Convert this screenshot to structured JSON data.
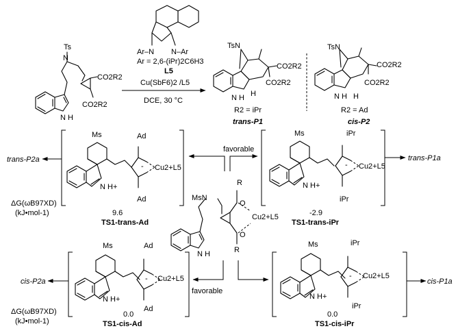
{
  "reaction": {
    "catalyst_ligand_lines": [
      "Ar–N",
      "N–Ar"
    ],
    "ar_definition": "Ar = 2,6-(iPr)2C6H3",
    "ligand_label": "L5",
    "catalyst": "Cu(SbF6)2 /L5",
    "conditions": "DCE, 30 °C"
  },
  "substrate": {
    "ts_label": "Ts",
    "ester1": "CO2R2",
    "ester2": "CO2R2",
    "nh": "N H"
  },
  "products": {
    "trans": {
      "ts_label": "TsN",
      "ester1": "CO2R2",
      "ester2": "CO2R2",
      "nh": "N H",
      "h": "H",
      "r_note": "R2 = iPr",
      "name": "trans-P1"
    },
    "cis": {
      "ts_label": "TsN",
      "ester1": "CO2R2",
      "ester2": "CO2R2",
      "nh": "N H",
      "h": "H",
      "r_note": "R2 = Ad",
      "name": "cis-P2"
    }
  },
  "center": {
    "ms_label": "MsN",
    "r_top": "R",
    "r_bottom": "R",
    "cu": "Cu2+L5",
    "nh": "N H",
    "o1": "O",
    "o2": "O"
  },
  "ts": [
    {
      "id": "ts1-trans-ad",
      "name": "TS1-trans-Ad",
      "energy": "9.6",
      "ms": "Ms",
      "group": "Ad",
      "cu": "Cu2+L5",
      "nh": "N H+",
      "minus": "-"
    },
    {
      "id": "ts1-trans-ipr",
      "name": "TS1-trans-iPr",
      "energy": "-2.9",
      "ms": "Ms",
      "group": "iPr",
      "cu": "Cu2+L5",
      "nh": "N H+",
      "minus": "-"
    },
    {
      "id": "ts1-cis-ad",
      "name": "TS1-cis-Ad",
      "energy": "0.0",
      "ms": "Ms",
      "group": "Ad",
      "cu": "Cu2+L5",
      "nh": "N H+",
      "minus": "-"
    },
    {
      "id": "ts1-cis-ipr",
      "name": "TS1-cis-iPr",
      "energy": "0.0",
      "ms": "Ms",
      "group": "iPr",
      "cu": "Cu2+L5",
      "nh": "N H+",
      "minus": "-"
    }
  ],
  "arrows": {
    "to_trans_p2a": "trans-P2a",
    "to_trans_p1a": "trans-P1a",
    "to_cis_p2a": "cis-P2a",
    "to_cis_p1a": "cis-P1a",
    "favorable_top": "favorable",
    "favorable_bottom": "favorable"
  },
  "energy_unit_label": {
    "line1": "ΔG(ωB97XD)",
    "line2": "(kJ•mol-1)"
  }
}
